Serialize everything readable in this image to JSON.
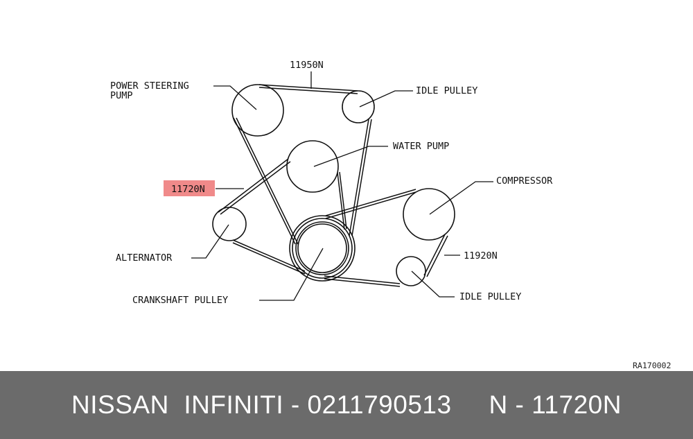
{
  "diagram": {
    "labels": {
      "power_steering_line1": "POWER STEERING",
      "power_steering_line2": "PUMP",
      "belt_11950": "11950N",
      "idle_pulley_top": "IDLE PULLEY",
      "water_pump": "WATER PUMP",
      "belt_11720": "11720N",
      "compressor": "COMPRESSOR",
      "alternator": "ALTERNATOR",
      "belt_11920": "11920N",
      "idle_pulley_bottom": "IDLE PULLEY",
      "crankshaft_pulley": "CRANKSHAFT PULLEY",
      "ref_code": "RA170002"
    },
    "highlight_color": "#f08a8a"
  },
  "footer": {
    "brand": "NISSAN  INFINITI",
    "separator1": " - ",
    "part_number": "0211790513",
    "gap": "     ",
    "prefix": "N",
    "separator2": " - ",
    "code": "11720N"
  }
}
